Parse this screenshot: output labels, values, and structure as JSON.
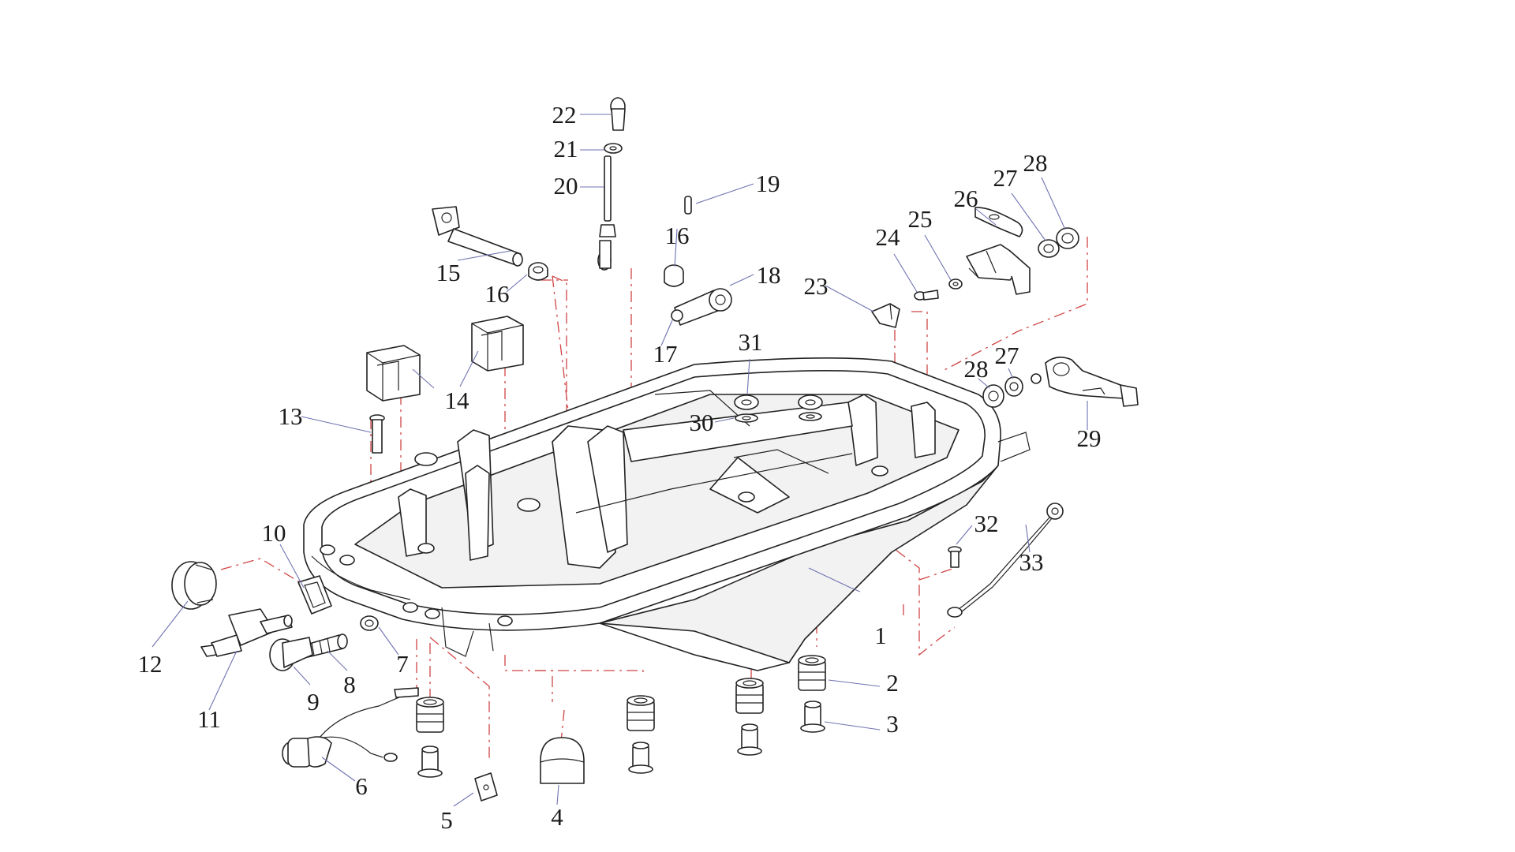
{
  "colors": {
    "background": "#ffffff",
    "linework": "#222222",
    "leader_line": "#6f73b0",
    "assembly_guide": "#d04545"
  },
  "callouts": [
    {
      "number": "1"
    },
    {
      "number": "2"
    },
    {
      "number": "3"
    },
    {
      "number": "4"
    },
    {
      "number": "5"
    },
    {
      "number": "6"
    },
    {
      "number": "7"
    },
    {
      "number": "8"
    },
    {
      "number": "9"
    },
    {
      "number": "10"
    },
    {
      "number": "11"
    },
    {
      "number": "12"
    },
    {
      "number": "13"
    },
    {
      "number": "14"
    },
    {
      "number": "15"
    },
    {
      "number": "16"
    },
    {
      "number": "16"
    },
    {
      "number": "17"
    },
    {
      "number": "18"
    },
    {
      "number": "19"
    },
    {
      "number": "20"
    },
    {
      "number": "21"
    },
    {
      "number": "22"
    },
    {
      "number": "23"
    },
    {
      "number": "24"
    },
    {
      "number": "25"
    },
    {
      "number": "26"
    },
    {
      "number": "27"
    },
    {
      "number": "27"
    },
    {
      "number": "28"
    },
    {
      "number": "28"
    },
    {
      "number": "29"
    },
    {
      "number": "30"
    },
    {
      "number": "31"
    },
    {
      "number": "32"
    },
    {
      "number": "33"
    }
  ]
}
